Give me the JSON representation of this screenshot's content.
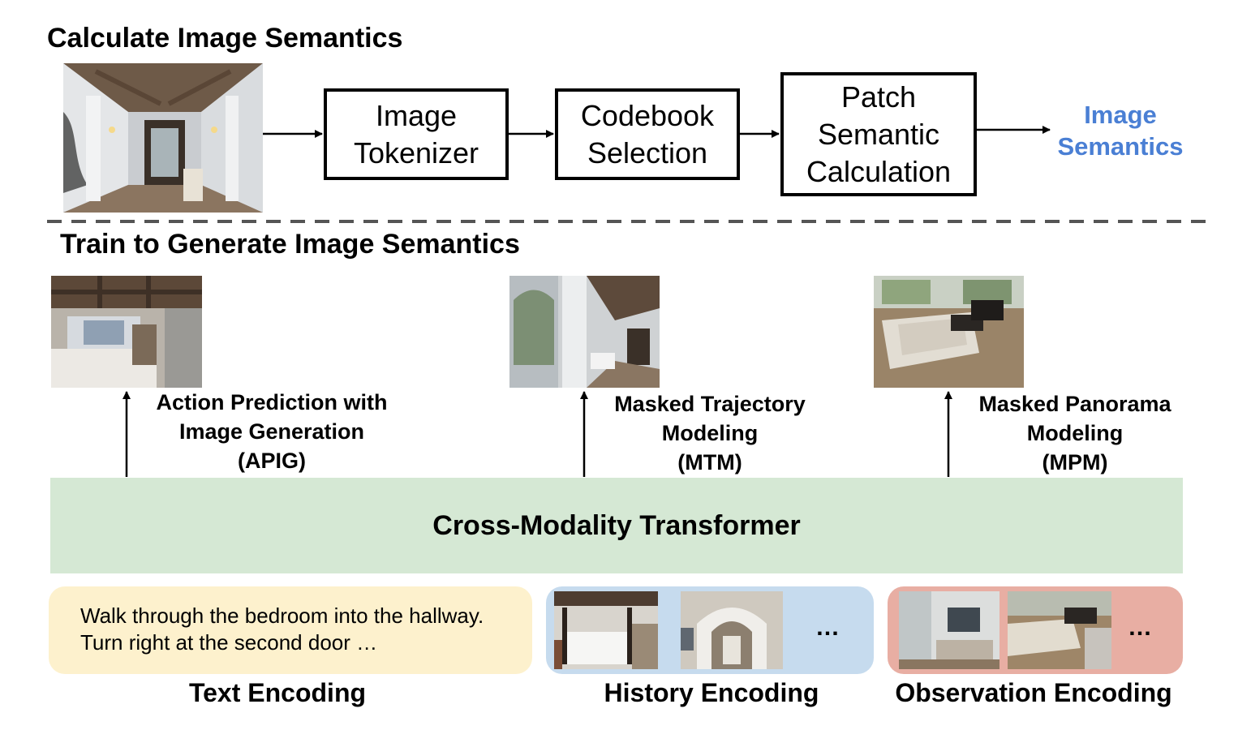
{
  "top": {
    "title": "Calculate Image Semantics",
    "steps": [
      {
        "lines": [
          "Image",
          "Tokenizer"
        ]
      },
      {
        "lines": [
          "Codebook",
          "Selection"
        ]
      },
      {
        "lines": [
          "Patch",
          "Semantic",
          "Calculation"
        ]
      }
    ],
    "output": {
      "lines": [
        "Image",
        "Semantics"
      ],
      "color": "#4a7fd4"
    }
  },
  "bottom": {
    "title": "Train to Generate Image Semantics",
    "tasks": [
      {
        "lines": [
          "Action Prediction with",
          "Image Generation",
          "(APIG)"
        ]
      },
      {
        "lines": [
          "Masked Trajectory",
          "Modeling",
          "(MTM)"
        ]
      },
      {
        "lines": [
          "Masked Panorama",
          "Modeling",
          "(MPM)"
        ]
      }
    ],
    "transformer": {
      "label": "Cross-Modality Transformer",
      "color": "#d5e8d4"
    },
    "text_panel": {
      "lines": [
        "Walk through the bedroom into the hallway.",
        "Turn right at the second door …"
      ],
      "color": "#fdf1cd"
    },
    "history_panel": {
      "ellipsis": "…",
      "color": "#c6dbee"
    },
    "observation_panel": {
      "ellipsis": "…",
      "color": "#e8aea3"
    },
    "encodings": [
      "Text Encoding",
      "History Encoding",
      "Observation Encoding"
    ]
  }
}
